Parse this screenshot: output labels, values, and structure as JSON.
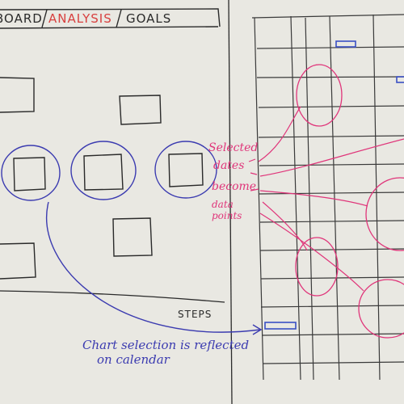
{
  "tabs": [
    {
      "label": "BOARD",
      "active": false
    },
    {
      "label": "ANALYSIS",
      "active": true
    },
    {
      "label": "GOALS",
      "active": false
    }
  ],
  "chart": {
    "x_axis_label": "STEPS"
  },
  "annotations": {
    "selected_dates": [
      "Selected",
      "dates",
      "become",
      "data points"
    ],
    "chart_selection": [
      "Chart selection is reflected",
      "on calendar"
    ]
  },
  "colors": {
    "ink": "#2a2a2a",
    "tab_active": "#d8403f",
    "annotation_pink": "#e0357a",
    "annotation_blue": "#3b3bb0",
    "calendar_highlight": "#3a4fc4"
  }
}
